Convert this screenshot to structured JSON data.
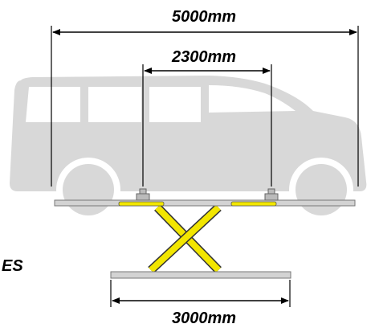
{
  "dimensions": {
    "overall_length": "5000mm",
    "support_spacing": "2300mm",
    "base_length": "3000mm"
  },
  "side_label": "ES",
  "colors": {
    "vehicle": "#d8d8d8",
    "platform": "#d3d3d3",
    "scissor": "#f2e600",
    "lines": "#000000"
  }
}
